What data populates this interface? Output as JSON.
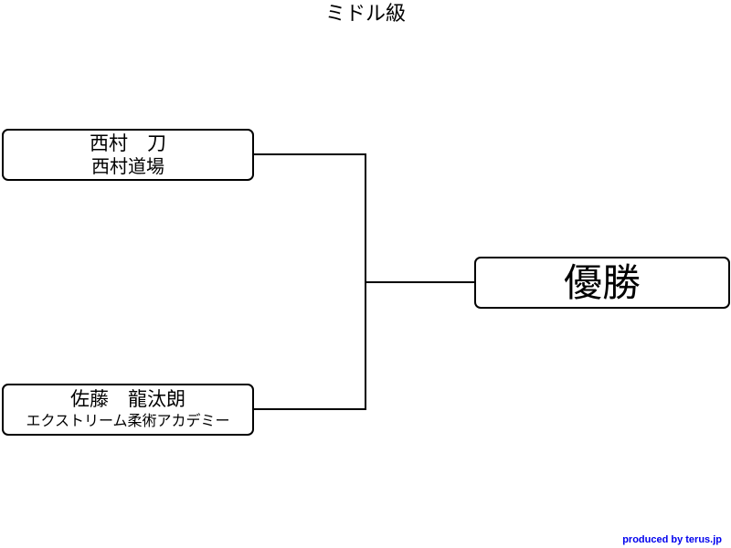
{
  "title": "ミドル級",
  "bracket": {
    "entries": [
      {
        "name": "西村　刀",
        "club": "西村道場"
      },
      {
        "name": "佐藤　龍汰朗",
        "club": "エクストリーム柔術アカデミー"
      }
    ],
    "winner_label": "優勝"
  },
  "footer": {
    "credit": "produced by terus.jp"
  },
  "colors": {
    "lines": "#000000",
    "credit": "#0000ee"
  }
}
